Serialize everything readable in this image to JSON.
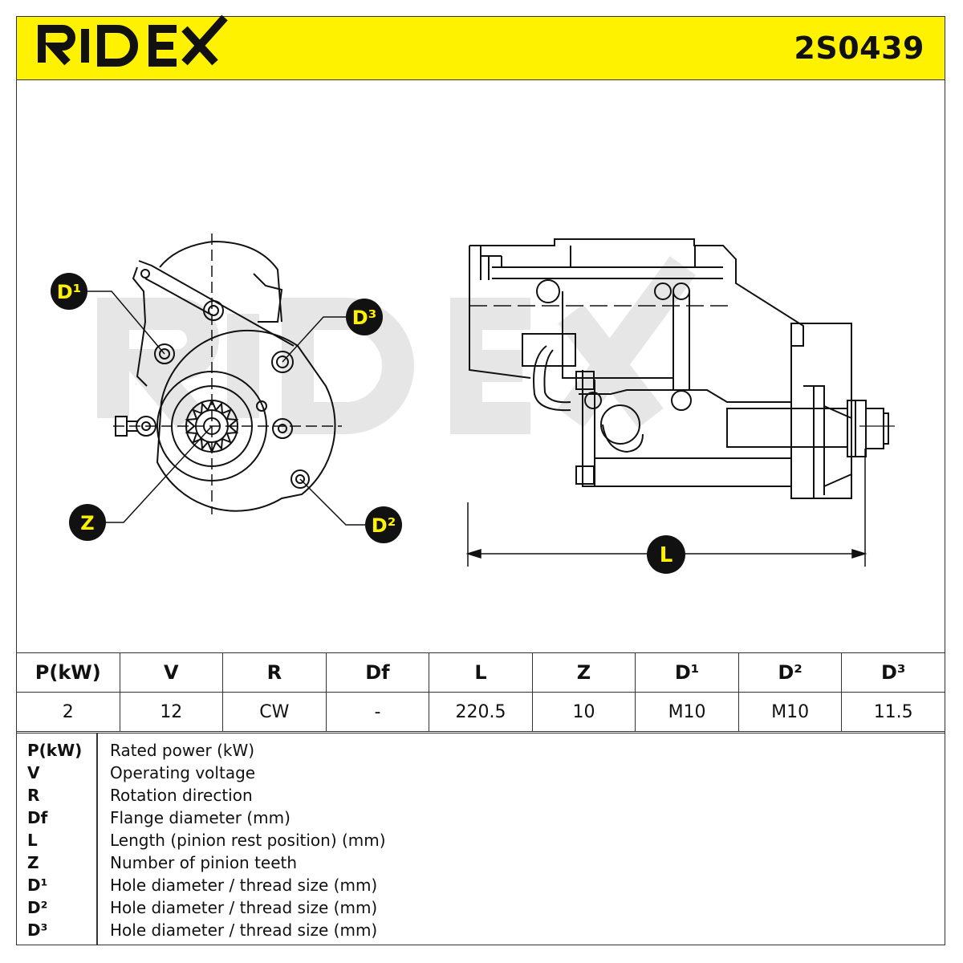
{
  "brand": "RIDEX",
  "part_number": "2S0439",
  "watermark": "RIDEX",
  "callouts": {
    "d1": "D¹",
    "d2": "D²",
    "d3": "D³",
    "z": "Z",
    "l": "L"
  },
  "spec_table": {
    "headers": [
      "P(kW)",
      "V",
      "R",
      "Df",
      "L",
      "Z",
      "D¹",
      "D²",
      "D³"
    ],
    "values": [
      "2",
      "12",
      "CW",
      "-",
      "220.5",
      "10",
      "M10",
      "M10",
      "11.5"
    ]
  },
  "legend": [
    {
      "symbol": "P(kW)",
      "description": "Rated power (kW)"
    },
    {
      "symbol": "V",
      "description": "Operating voltage"
    },
    {
      "symbol": "R",
      "description": "Rotation direction"
    },
    {
      "symbol": "Df",
      "description": "Flange diameter (mm)"
    },
    {
      "symbol": "L",
      "description": "Length (pinion rest position) (mm)"
    },
    {
      "symbol": "Z",
      "description": "Number of pinion teeth"
    },
    {
      "symbol": "D¹",
      "description": "Hole diameter / thread size (mm)"
    },
    {
      "symbol": "D²",
      "description": "Hole diameter / thread size (mm)"
    },
    {
      "symbol": "D³",
      "description": "Hole diameter / thread size (mm)"
    }
  ],
  "colors": {
    "accent": "#fff200",
    "ink": "#111111",
    "watermark": "#e6e6e6"
  }
}
